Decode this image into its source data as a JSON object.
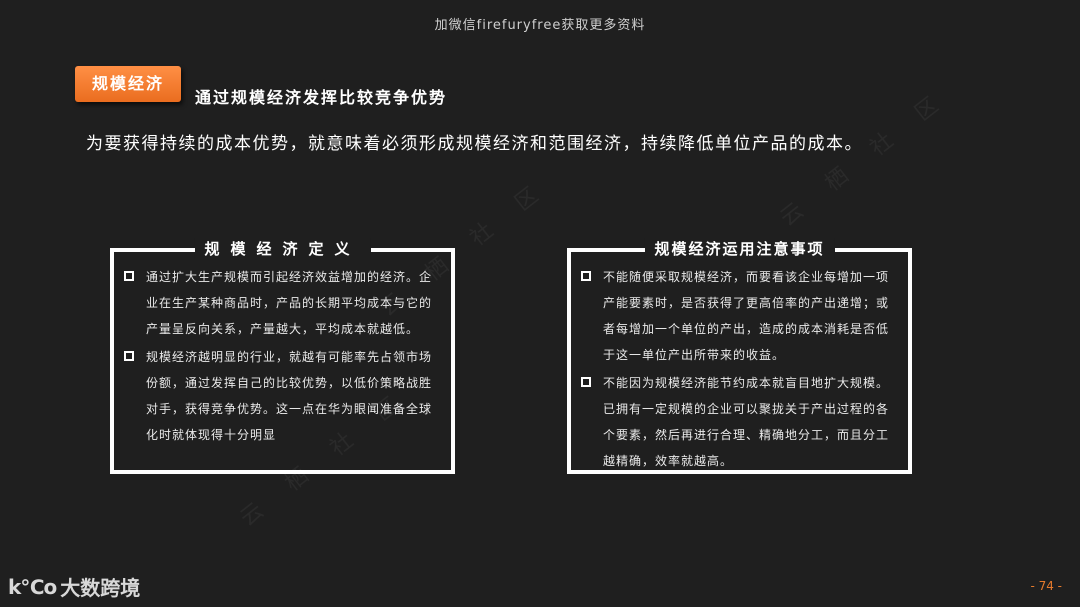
{
  "header": {
    "banner": "加微信firefuryfree获取更多资料"
  },
  "section": {
    "tag": "规模经济",
    "subtitle": "通过规模经济发挥比较竞争优势",
    "intro": "为要获得持续的成本优势，就意味着必须形成规模经济和范围经济，持续降低单位产品的成本。"
  },
  "definition_card": {
    "title": "规模经济定义",
    "items": [
      "通过扩大生产规模而引起经济效益增加的经济。企业在生产某种商品时，产品的长期平均成本与它的产量呈反向关系，产量越大，平均成本就越低。",
      "规模经济越明显的行业，就越有可能率先占领市场份额，通过发挥自己的比较优势，以低价策略战胜对手，获得竞争优势。这一点在华为眼闻准备全球化时就体现得十分明显"
    ]
  },
  "notes_card": {
    "title": "规模经济运用注意事项",
    "items": [
      "不能随便采取规模经济，而要看该企业每增加一项产能要素时，是否获得了更高倍率的产出递增；或者每增加一个单位的产出，造成的成本消耗是否低于这一单位产出所带来的收益。",
      "不能因为规模经济能节约成本就盲目地扩大规模。已拥有一定规模的企业可以聚拢关于产出过程的各个要素，然后再进行合理、精确地分工，而且分工越精确，效率就越高。"
    ]
  },
  "footer": {
    "logo_mark": "k℃o",
    "logo_text": "大数跨境",
    "page_number": "- 74 -"
  }
}
